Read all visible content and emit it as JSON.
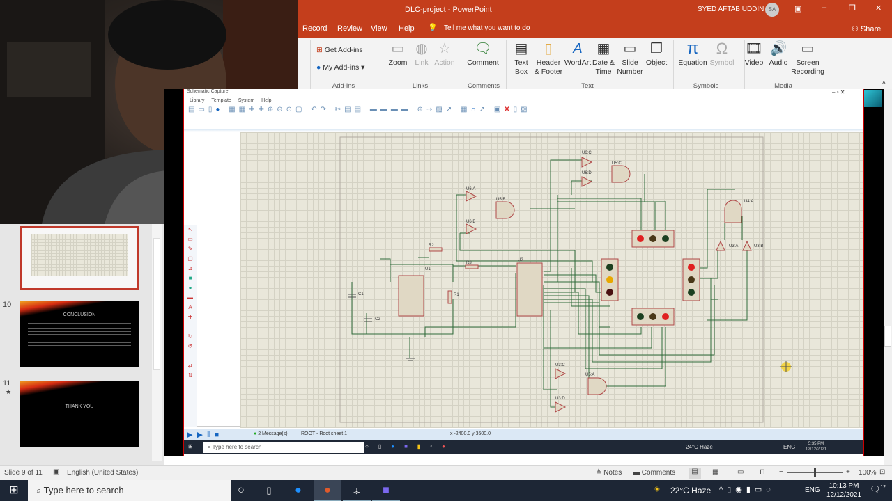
{
  "window": {
    "title": "DLC-project - PowerPoint",
    "user": "SYED AFTAB UDDIN",
    "user_initials": "SA"
  },
  "tabs": {
    "items": [
      "Record",
      "Review",
      "View",
      "Help"
    ],
    "tell_me": "Tell me what you want to do",
    "share": "Share"
  },
  "ribbon": {
    "addins": {
      "get": "Get Add-ins",
      "my": "My Add-ins",
      "group": "Add-ins"
    },
    "links": {
      "zoom": "Zoom",
      "link": "Link",
      "action": "Action",
      "group": "Links"
    },
    "comments": {
      "comment": "Comment",
      "group": "Comments"
    },
    "text": {
      "textbox": "Text Box",
      "header": "Header & Footer",
      "wordart": "WordArt",
      "datetime": "Date & Time",
      "slidenum": "Slide Number",
      "object": "Object",
      "group": "Text"
    },
    "symbols": {
      "equation": "Equation",
      "symbol": "Symbol",
      "group": "Symbols"
    },
    "media": {
      "video": "Video",
      "audio": "Audio",
      "screenrec": "Screen Recording",
      "group": "Media"
    }
  },
  "slides": [
    {
      "num": "10",
      "title": "CONCLUSION"
    },
    {
      "num": "11",
      "title": "THANK YOU"
    }
  ],
  "proteus": {
    "title": "Schematic Capture",
    "menu": [
      "Library",
      "Template",
      "System",
      "Help"
    ],
    "messages": "2 Message(s)",
    "sheet": "ROOT - Root sheet 1",
    "coords": "x -2400.0  y 3600.0",
    "labels": [
      "U6:A",
      "U6:B",
      "U6:C",
      "U6:D",
      "U5:A",
      "U5:B",
      "U5:C",
      "U3:C",
      "U3:D",
      "U4:A",
      "U3:A",
      "U3:B",
      "U1",
      "U2",
      "R1",
      "R2",
      "R3",
      "C1",
      "C2"
    ],
    "taskbar": {
      "search": "Type here to search",
      "weather": "24°C Haze",
      "lang": "ENG",
      "time": "5:35 PM",
      "date": "12/12/2021"
    }
  },
  "statusbar": {
    "slide": "Slide 9 of 11",
    "language": "English (United States)",
    "notes": "Notes",
    "comments": "Comments",
    "zoom": "100%"
  },
  "taskbar": {
    "search": "Type here to search",
    "weather": "22°C Haze",
    "lang": "ENG",
    "time": "10:13 PM",
    "date": "12/12/2021",
    "notifications": "12"
  },
  "colors": {
    "accent": "#c43e1c",
    "wire": "#2f6b3a",
    "component": "#e0d8c4"
  }
}
